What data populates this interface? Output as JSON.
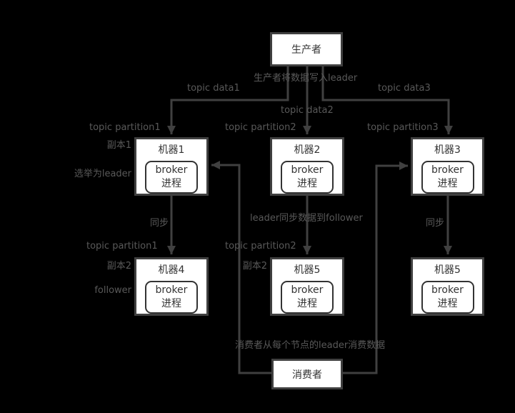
{
  "colors": {
    "background": "#000000",
    "box_fill": "#ffffff",
    "box_border": "#404040",
    "edge_line": "#404040",
    "box_text": "#333333",
    "label_text": "#595959"
  },
  "producer": {
    "label": "生产者"
  },
  "consumer": {
    "label": "消费者"
  },
  "machines": [
    {
      "name": "机器1",
      "process_line1": "broker",
      "process_line2": "进程"
    },
    {
      "name": "机器2",
      "process_line1": "broker",
      "process_line2": "进程"
    },
    {
      "name": "机器3",
      "process_line1": "broker",
      "process_line2": "进程"
    },
    {
      "name": "机器4",
      "process_line1": "broker",
      "process_line2": "进程"
    },
    {
      "name": "机器5",
      "process_line1": "broker",
      "process_line2": "进程"
    },
    {
      "name": "机器5",
      "process_line1": "broker",
      "process_line2": "进程"
    }
  ],
  "labels": {
    "producer_write": "生产者将数据写入leader",
    "topic_data1": "topic data1",
    "topic_data2": "topic data2",
    "topic_data3": "topic data3",
    "topic_partition1_top": "topic partition1",
    "topic_partition2_top": "topic partition2",
    "topic_partition3_top": "topic partition3",
    "replica1": "副本1",
    "elected_leader": "选举为leader",
    "sync_left": "同步",
    "leader_sync_follower": "leader同步数据到follower",
    "sync_right": "同步",
    "topic_partition1_bottom": "topic partition1",
    "topic_partition2_bottom": "topic partition2",
    "replica2_left": "副本2",
    "replica2_mid": "副本2",
    "follower": "follower",
    "consumer_consume": "消费者从每个节点的leader消费数据"
  }
}
